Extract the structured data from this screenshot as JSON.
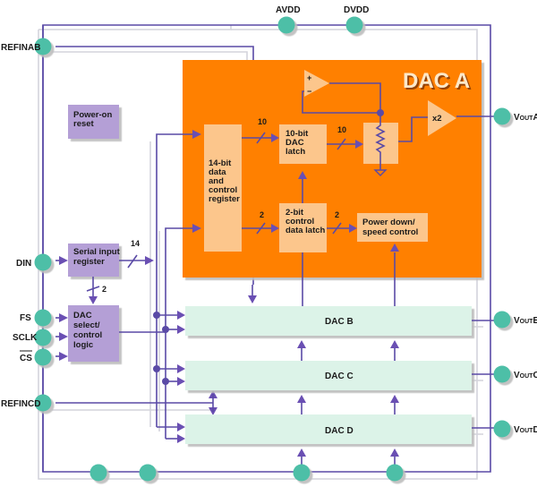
{
  "diagram": {
    "title": "DAC A",
    "colors": {
      "orange_block": "#ff8000",
      "inner_block": "#fcc68c",
      "purple_block": "#b49fd6",
      "dac_channel": "#dcf3e8",
      "pin": "#4dbfa7",
      "wire": "#5a4aa6"
    },
    "pins": {
      "avdd": "AVDD",
      "dvdd": "DVDD",
      "refinab": "REFINAB",
      "din": "DIN",
      "fs": "FS",
      "sclk": "SCLK",
      "cs": "CS",
      "refincd": "REFINCD",
      "vouta": {
        "main": "V",
        "sub": "OUT",
        "suffix": "A"
      },
      "voutb": {
        "main": "V",
        "sub": "OUT",
        "suffix": "B"
      },
      "voutc": {
        "main": "V",
        "sub": "OUT",
        "suffix": "C"
      },
      "voutd": {
        "main": "V",
        "sub": "OUT",
        "suffix": "D"
      }
    },
    "blocks": {
      "power_on_reset": [
        "Power-on",
        "reset"
      ],
      "serial_input_register": [
        "Serial input",
        "register"
      ],
      "dac_select": [
        "DAC",
        "select/",
        "control",
        "logic"
      ],
      "data_control_register": [
        "14-bit",
        "data",
        "and",
        "control",
        "register"
      ],
      "dac_latch": [
        "10-bit",
        "DAC",
        "latch"
      ],
      "control_latch": [
        "2-bit",
        "control",
        "data latch"
      ],
      "power_down": [
        "Power down/",
        "speed control"
      ],
      "amp_plus": "+",
      "amp_minus": "−",
      "gain": "x2"
    },
    "channels": {
      "dac_b": "DAC B",
      "dac_c": "DAC C",
      "dac_d": "DAC D"
    },
    "bus_widths": {
      "serial_out": "14",
      "serial_to_select": "2",
      "reg_to_dac_latch": "10",
      "dac_latch_to_resistor": "10",
      "reg_to_control_latch": "2",
      "control_to_power": "2"
    }
  }
}
